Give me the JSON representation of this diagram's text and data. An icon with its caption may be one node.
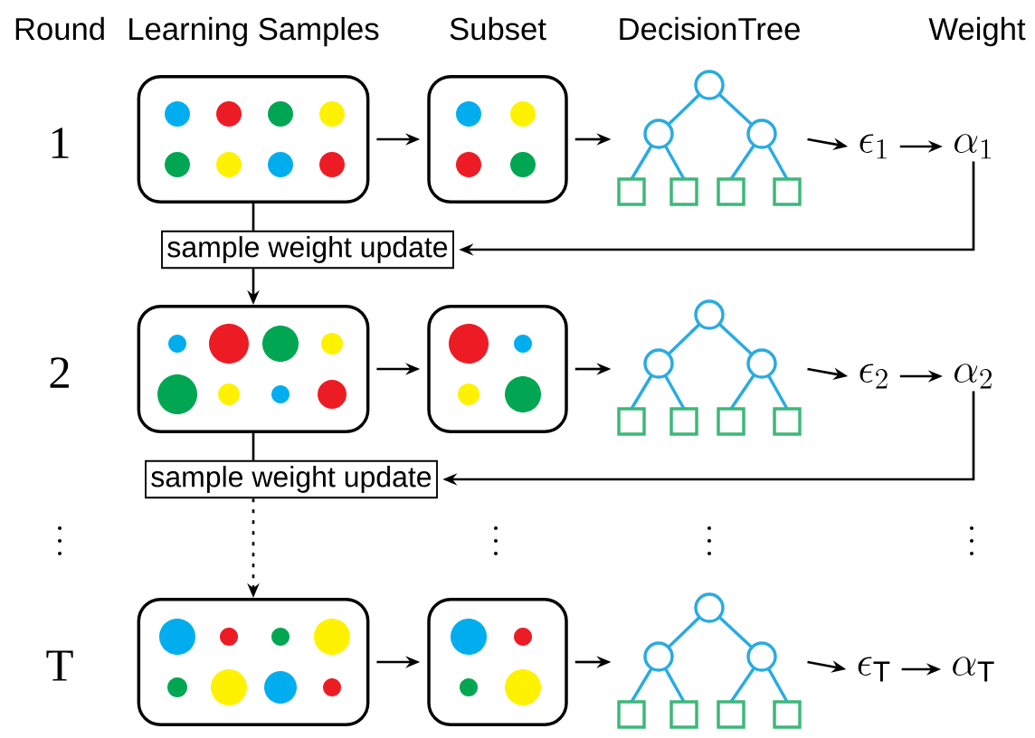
{
  "diagram": {
    "nodes": [
      {
        "text": [],
        "shape": "box"
      },
      {
        "text": [],
        "shape": "box"
      },
      {
        "text": [],
        "shape": "picture"
      },
      {
        "text": [
          "\\epsilon_{1}"
        ]
      },
      {
        "text": [
          "\\alpha_{1}"
        ]
      },
      {
        "text": [
          "sample weight update"
        ]
      },
      {
        "text": [],
        "shape": "box"
      },
      {
        "text": [],
        "shape": "box"
      },
      {
        "text": [],
        "shape": "picture"
      },
      {
        "text": [
          "\\epsilon_{2}"
        ]
      },
      {
        "text": [
          "\\alpha_{2}"
        ]
      },
      {
        "text": [
          "sample weight update"
        ]
      },
      {
        "text": [],
        "shape": "box"
      },
      {
        "text": [],
        "shape": "box"
      },
      {
        "text": [],
        "shape": "picture"
      },
      {
        "text": [
          "\\epsilon_{\\mathrm{T}}"
        ]
      },
      {
        "text": [
          "\\alpha_{\\mathrm{T}}"
        ]
      }
    ],
    "edges": [
      {
        "from": 0,
        "to": 1,
        "arrow": "to"
      },
      {
        "from": 1,
        "to": 2,
        "arrow": "to"
      },
      {
        "from": 2,
        "to": 3,
        "arrow": "to"
      },
      {
        "from": 3,
        "to": 4,
        "arrow": "to"
      },
      {
        "from": 4,
        "to": 5,
        "arrow": "to"
      },
      {
        "from": 0,
        "to": 5,
        "arrow": "none"
      },
      {
        "from": 5,
        "to": 6,
        "arrow": "to"
      },
      {
        "from": 6,
        "to": 7,
        "arrow": "to"
      },
      {
        "from": 7,
        "to": 8,
        "arrow": "to"
      },
      {
        "from": 8,
        "to": 9,
        "arrow": "to"
      },
      {
        "from": 9,
        "to": 10,
        "arrow": "to"
      },
      {
        "from": 10,
        "to": 11,
        "arrow": "to"
      },
      {
        "from": 6,
        "to": 11,
        "arrow": "none"
      },
      {
        "from": 11,
        "to": 12,
        "arrow": "to",
        "style": "dashed"
      },
      {
        "from": 12,
        "to": 13,
        "arrow": "to"
      },
      {
        "from": 13,
        "to": 14,
        "arrow": "to"
      },
      {
        "from": 14,
        "to": 15,
        "arrow": "to"
      },
      {
        "from": 15,
        "to": 16,
        "arrow": "to"
      }
    ],
    "labels": [
      "Round",
      "Learning Samples",
      "Subset",
      "DecisionTree",
      "Weight",
      "1",
      "2",
      "T"
    ]
  }
}
